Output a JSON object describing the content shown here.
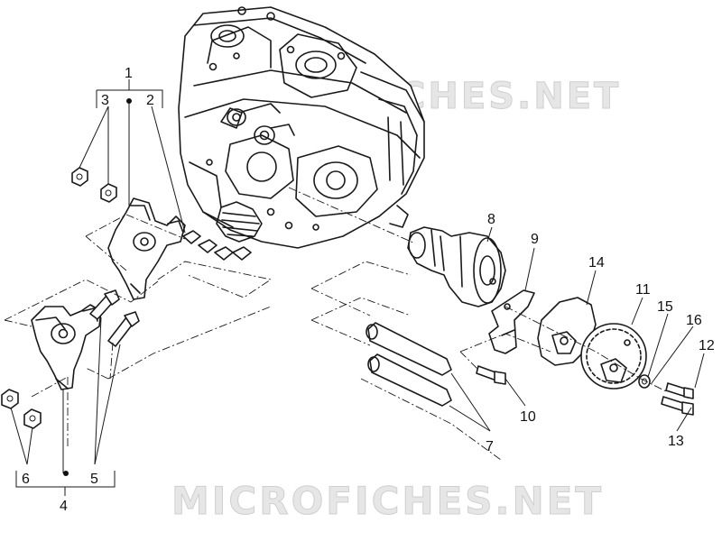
{
  "watermark": "MICROFICHES.NET",
  "callouts": {
    "c1": "1",
    "c2": "2",
    "c3": "3",
    "c4": "4",
    "c5": "5",
    "c6": "6",
    "c7": "7",
    "c8": "8",
    "c9": "9",
    "c10": "10",
    "c11": "11",
    "c12": "12",
    "c13": "13",
    "c14": "14",
    "c15": "15",
    "c16": "16"
  }
}
